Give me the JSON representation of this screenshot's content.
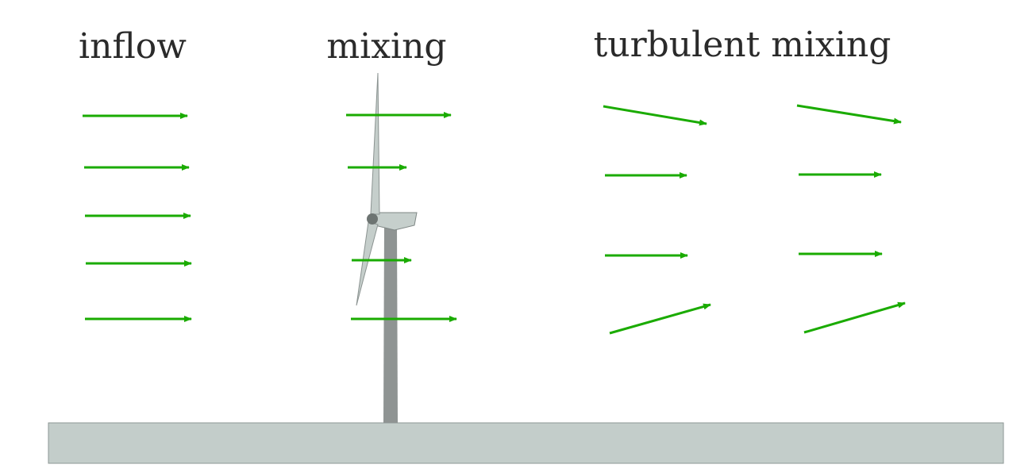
{
  "labels": {
    "inflow": "inflow",
    "mixing": "mixing",
    "turbulent": "turbulent mixing"
  },
  "colors": {
    "arrow": "#1aab00",
    "ground_fill": "#c3cdca",
    "ground_stroke": "#8e9795",
    "tower": "#8f9493",
    "nacelle": "#c6cfcc",
    "hub": "#6d7472",
    "blade": "#c5cecb",
    "blade_stroke": "#8b9391"
  },
  "icons": {
    "turbine": "wind-turbine-icon",
    "ground": "ground-plane"
  }
}
